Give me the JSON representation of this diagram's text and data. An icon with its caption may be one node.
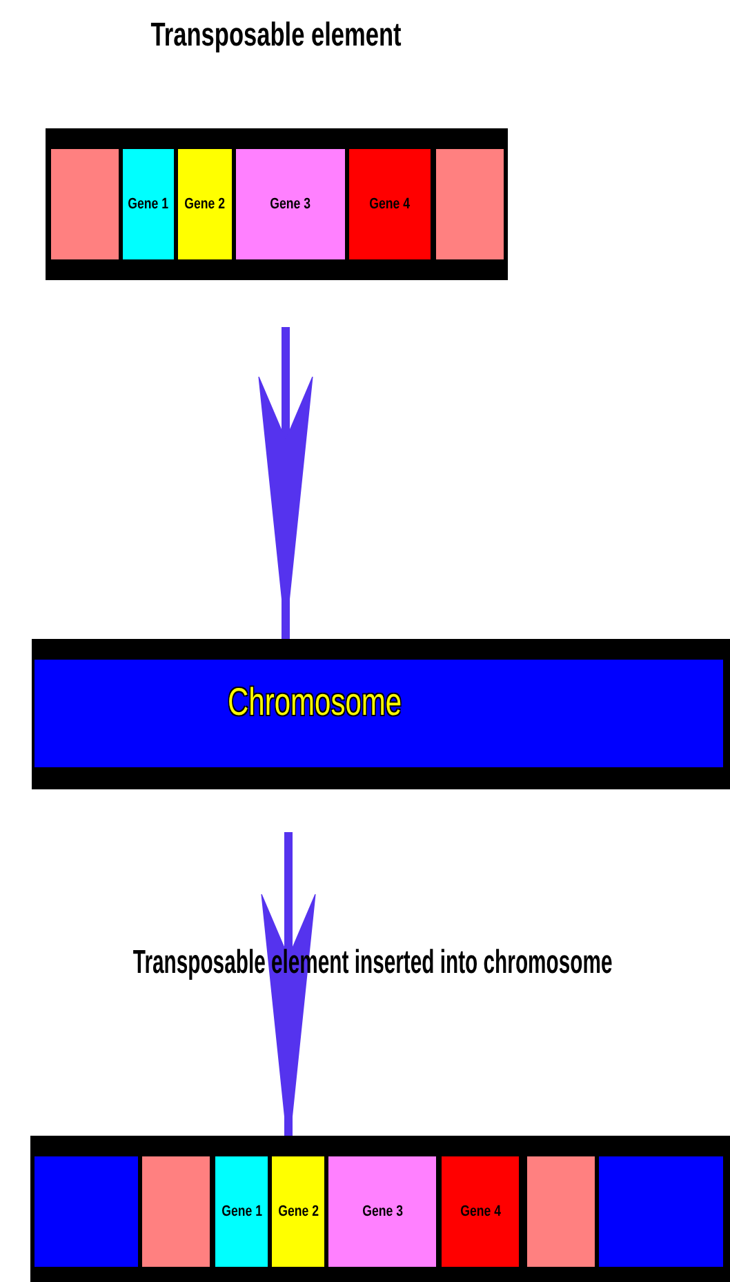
{
  "diagram": {
    "nodes": [
      {
        "text": [
          "Transposable element"
        ]
      },
      {
        "text": [],
        "shape": "box",
        "in": 0
      },
      {
        "text": [
          "Gene 1"
        ],
        "in": 0
      },
      {
        "text": [
          "Gene 2"
        ],
        "in": 0
      },
      {
        "text": [
          "Gene 3"
        ],
        "in": 0
      },
      {
        "text": [
          "Gene 4"
        ],
        "in": 0
      },
      {
        "text": [],
        "shape": "box",
        "in": 0
      },
      {
        "text": [
          "Chromosome"
        ]
      },
      {
        "text": [
          "Transposable element inserted into chromosome"
        ]
      },
      {
        "text": [],
        "shape": "box",
        "in": 8
      },
      {
        "text": [],
        "shape": "box",
        "in": 8
      },
      {
        "text": [
          "Gene 1"
        ],
        "in": 8
      },
      {
        "text": [
          "Gene 2"
        ],
        "in": 8
      },
      {
        "text": [
          "Gene 3"
        ],
        "in": 8
      },
      {
        "text": [
          "Gene 4"
        ],
        "in": 8
      },
      {
        "text": [],
        "shape": "box",
        "in": 8
      },
      {
        "text": [],
        "shape": "box",
        "in": 8
      }
    ],
    "edges": [
      {
        "from": 0,
        "to": 7,
        "arrow": "to"
      },
      {
        "from": 7,
        "to": 12,
        "arrow": "to"
      }
    ]
  }
}
